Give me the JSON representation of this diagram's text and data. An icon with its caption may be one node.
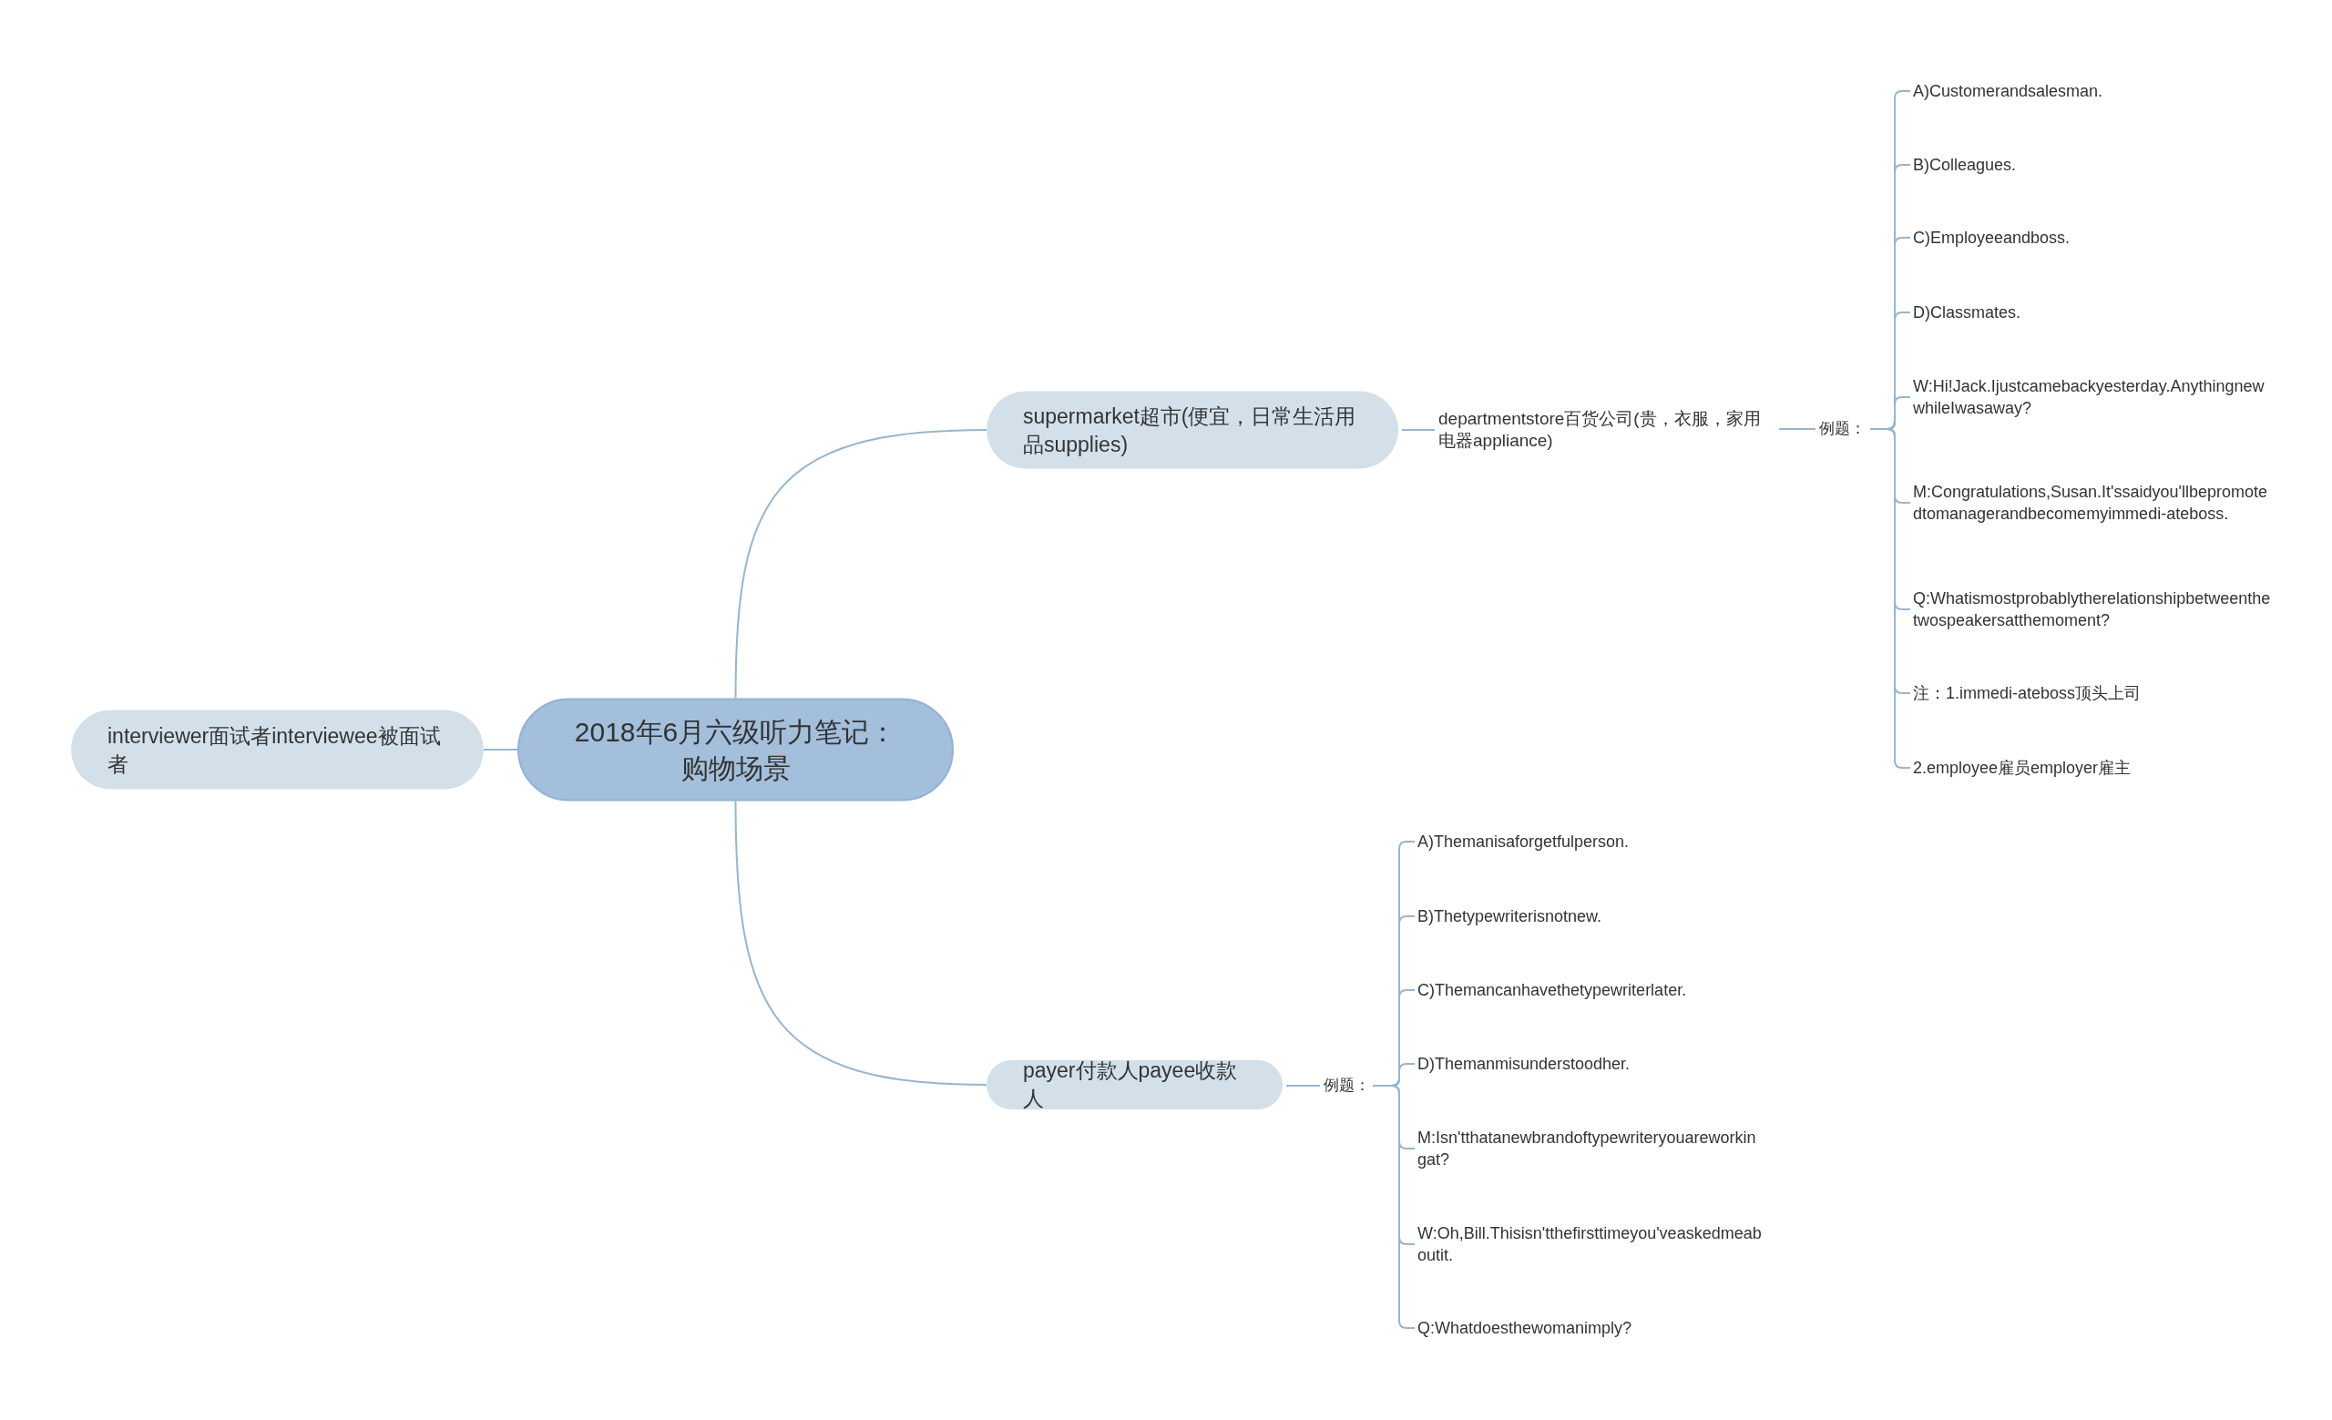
{
  "diagram": {
    "nodes": [
      {
        "text": [
          "2018年6月六级听力笔记：购物场景"
        ]
      },
      {
        "text": [
          "supermarket超市(便宜，日常生活用品supplies)"
        ]
      },
      {
        "text": [
          "departmentstore百货公司(贵，衣服，家用电器appliance)"
        ]
      },
      {
        "text": [
          "例题："
        ]
      },
      {
        "text": [
          "A)Customerandsalesman."
        ]
      },
      {
        "text": [
          "B)Colleagues."
        ]
      },
      {
        "text": [
          "C)Employeeandboss."
        ]
      },
      {
        "text": [
          "D)Classmates."
        ]
      },
      {
        "text": [
          "W:Hi!Jack.Ijustcamebackyesterday.AnythingnewwhileIwasaway?"
        ]
      },
      {
        "text": [
          "M:Congratulations,Susan.It'ssaidyou'llbepromotedtomanagerandbecomemyimmedi-ateboss."
        ]
      },
      {
        "text": [
          "Q:Whatismostprobablytherelationshipbetweenthetwospeakersatthemoment?"
        ]
      },
      {
        "text": [
          "注：1.immedi-ateboss顶头上司"
        ]
      },
      {
        "text": [
          "2.employee雇员employer雇主"
        ]
      },
      {
        "text": [
          "interviewer面试者interviewee被面试者"
        ]
      },
      {
        "text": [
          "payer付款人payee收款人"
        ]
      },
      {
        "text": [
          "例题："
        ]
      },
      {
        "text": [
          "A)Themanisaforgetfulperson."
        ]
      },
      {
        "text": [
          "B)Thetypewriterisnotnew."
        ]
      },
      {
        "text": [
          "C)Themancanhavethetypewriterlater."
        ]
      },
      {
        "text": [
          "D)Themanmisunderstoodher."
        ]
      },
      {
        "text": [
          "M:Isn'tthatanewbrandoftypewriteryouareworkingat?"
        ]
      },
      {
        "text": [
          "W:Oh,Bill.Thisisn'tthefirsttimeyou'veaskedmeaboutit."
        ]
      },
      {
        "text": [
          "Q:Whatdoesthewomanimply?"
        ]
      }
    ],
    "edges": [
      {
        "from": 0,
        "to": 1,
        "arrow": "none"
      },
      {
        "from": 1,
        "to": 2,
        "arrow": "none"
      },
      {
        "from": 2,
        "to": 3,
        "arrow": "none"
      },
      {
        "from": 3,
        "to": 4,
        "arrow": "none"
      },
      {
        "from": 3,
        "to": 5,
        "arrow": "none"
      },
      {
        "from": 3,
        "to": 6,
        "arrow": "none"
      },
      {
        "from": 3,
        "to": 7,
        "arrow": "none"
      },
      {
        "from": 3,
        "to": 8,
        "arrow": "none"
      },
      {
        "from": 3,
        "to": 9,
        "arrow": "none"
      },
      {
        "from": 3,
        "to": 10,
        "arrow": "none"
      },
      {
        "from": 3,
        "to": 11,
        "arrow": "none"
      },
      {
        "from": 3,
        "to": 12,
        "arrow": "none"
      },
      {
        "from": 0,
        "to": 13,
        "arrow": "none"
      },
      {
        "from": 0,
        "to": 14,
        "arrow": "none"
      },
      {
        "from": 14,
        "to": 15,
        "arrow": "none"
      },
      {
        "from": 15,
        "to": 16,
        "arrow": "none"
      },
      {
        "from": 15,
        "to": 17,
        "arrow": "none"
      },
      {
        "from": 15,
        "to": 18,
        "arrow": "none"
      },
      {
        "from": 15,
        "to": 19,
        "arrow": "none"
      },
      {
        "from": 15,
        "to": 20,
        "arrow": "none"
      },
      {
        "from": 15,
        "to": 21,
        "arrow": "none"
      },
      {
        "from": 15,
        "to": 22,
        "arrow": "none"
      }
    ]
  }
}
